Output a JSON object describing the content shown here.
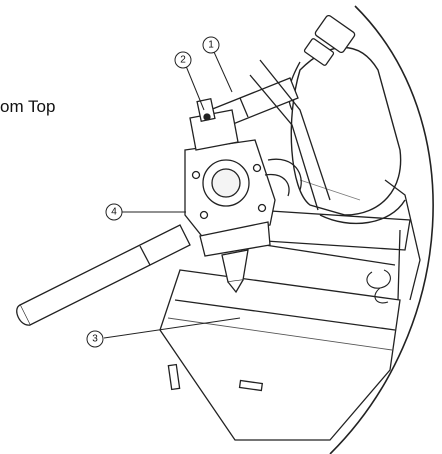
{
  "diagram": {
    "view_label": "om Top",
    "callouts": [
      {
        "id": "1",
        "label": "1"
      },
      {
        "id": "2",
        "label": "2"
      },
      {
        "id": "3",
        "label": "3"
      },
      {
        "id": "4",
        "label": "4"
      }
    ]
  }
}
